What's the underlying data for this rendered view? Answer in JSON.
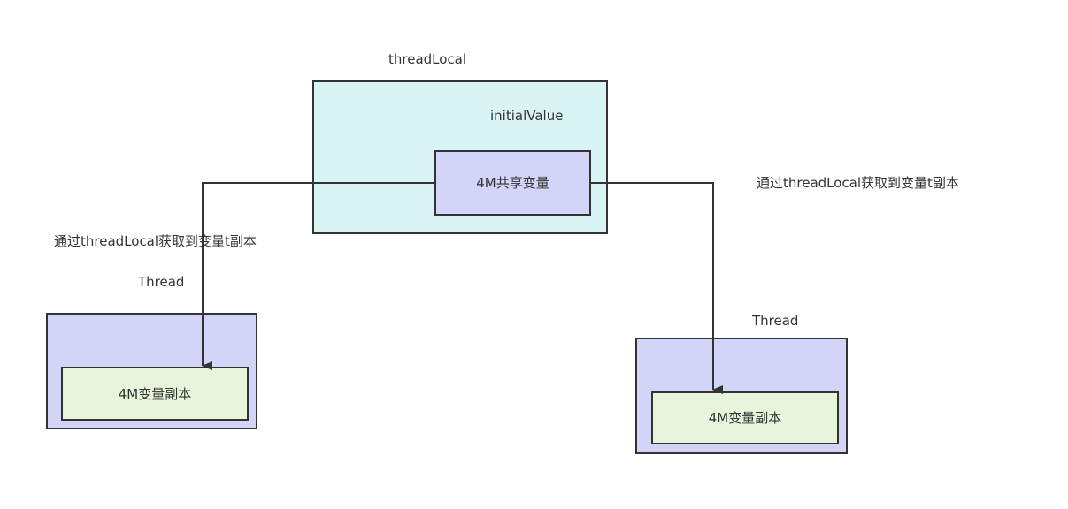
{
  "colors": {
    "threadlocal_fill": "#d9f4f4",
    "shared_var_fill": "#d2d4f8",
    "thread_fill": "#d2d4f8",
    "copy_fill": "#e7f5da",
    "stroke": "#333333"
  },
  "threadlocal": {
    "title": "threadLocal",
    "initial_value_label": "initialValue",
    "shared_var_label": "4M共享变量"
  },
  "left_thread": {
    "title": "Thread",
    "copy_label": "4M变量副本",
    "edge_label": "通过threadLocal获取到变量t副本"
  },
  "right_thread": {
    "title": "Thread",
    "copy_label": "4M变量副本",
    "edge_label": "通过threadLocal获取到变量t副本"
  }
}
